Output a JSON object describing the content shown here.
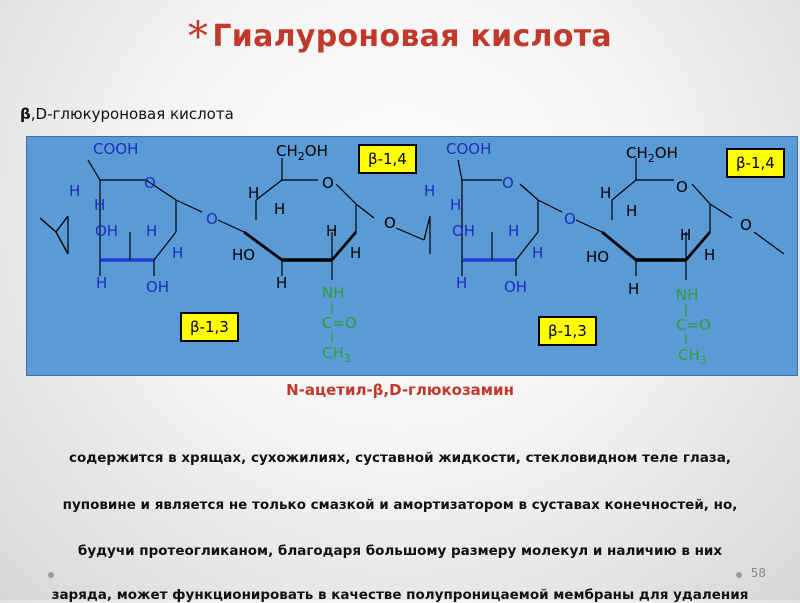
{
  "slide": {
    "title_star": "*",
    "title": "Гиалуроновая кислота",
    "subhead_beta": "β",
    "subhead_rest": ",D-глюкуроновая кислота",
    "links": {
      "b14_a": "β-1,4",
      "b14_b": "β-1,4",
      "b13_a": "β-1,3",
      "b13_b": "β-1,3"
    },
    "caption": "N-ацетил-β,D-глюкозамин",
    "body_lines": [
      "содержится в хрящах, сухожилиях, суставной жидкости, стекловидном теле глаза,",
      "пуповине и является не только смазкой и амортизатором в суставах конечностей, но,",
      "будучи протеогликаном, благодаря большому размеру молекул и наличию в них",
      "заряда, может функционировать в качестве полупроницаемой мембраны для удаления"
    ],
    "page_number": "58"
  },
  "structure": {
    "unit1": {
      "cooh": "COOH",
      "h1": "H",
      "h2": "H",
      "oh3": "OH",
      "h4": "H",
      "h5": "H",
      "oh6": "OH",
      "h7": "H",
      "ring_o": "O",
      "link_o": "O"
    },
    "unit2": {
      "ch2oh": "CH",
      "sub2": "2",
      "oh_tail": "OH",
      "ring_o": "O",
      "h1": "H",
      "h2": "H",
      "h3": "H",
      "ho": "HO",
      "h4": "H",
      "h5": "H",
      "nh": "NH",
      "c_eq_o": "C=O",
      "ch3": "CH",
      "sub3": "3",
      "link_o": "O"
    },
    "unit3": {
      "cooh": "COOH",
      "h1": "H",
      "h2": "H",
      "oh3": "OH",
      "h4": "H",
      "h5": "H",
      "oh6": "OH",
      "h7": "H",
      "ring_o": "O",
      "link_o": "O"
    },
    "unit4": {
      "ch2oh": "CH",
      "sub2": "2",
      "oh_tail": "OH",
      "ring_o": "O",
      "h1": "H",
      "h2": "H",
      "h3": "H",
      "ho": "HO",
      "h4": "H",
      "h5": "H",
      "nh": "NH",
      "c_eq_o": "C=O",
      "ch3": "CH",
      "sub3": "3",
      "link_o": "O"
    }
  },
  "colors": {
    "title": "#c0392b",
    "panel": "#5b9bd5",
    "ring_bold_blue": "#1f3fd0",
    "acetyl_green": "#2e9e3a",
    "label_box": "#ffff00"
  }
}
